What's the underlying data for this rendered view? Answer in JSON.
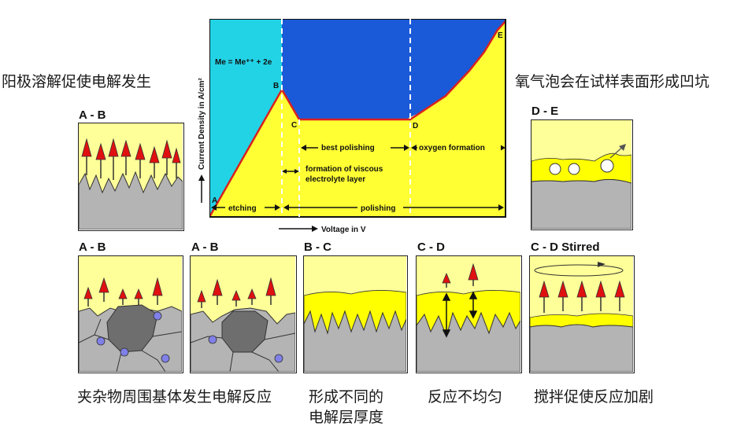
{
  "captions": {
    "top_left": "阳极溶解促使电解发生",
    "top_right": "氧气泡会在试样表面形成凹坑",
    "bottom_1": "夹杂物周围基体发生电解反应",
    "bottom_2_line1": "形成不同的",
    "bottom_2_line2": "电解层厚度",
    "bottom_3": "反应不均匀",
    "bottom_4": "搅拌促使反应加剧"
  },
  "panels": {
    "top_left_title": "A - B",
    "top_right_title": "D - E",
    "bottom_1_title": "A - B",
    "bottom_2_title": "A - B",
    "bottom_3_title": "B - C",
    "bottom_4_title": "C - D",
    "bottom_5_title": "C - D Stirred"
  },
  "chart": {
    "y_label": "Current Density in A/cm²",
    "x_label": "Voltage in V",
    "reaction": "Me = Me⁺⁺ + 2e",
    "points": {
      "a": "A",
      "b": "B",
      "c": "C",
      "d": "D",
      "e": "E"
    },
    "regions": {
      "best_polishing": "best polishing",
      "oxygen_formation": "oxygen formation",
      "viscous_line1": "formation of viscous",
      "viscous_line2": "electrolyte layer",
      "etching": "etching",
      "polishing": "polishing"
    }
  },
  "colors": {
    "cyan": "#22d3e6",
    "blue": "#1a5ad8",
    "yellow": "#ffff33",
    "pale_yellow": "#ffff99",
    "bright_yellow": "#ffff00",
    "metal_gray": "#b4b4b4",
    "inclusion_gray": "#6e6e6e",
    "arrow_red": "#e01010",
    "curve_red": "#d82020",
    "particle_blue": "#8080e8"
  }
}
